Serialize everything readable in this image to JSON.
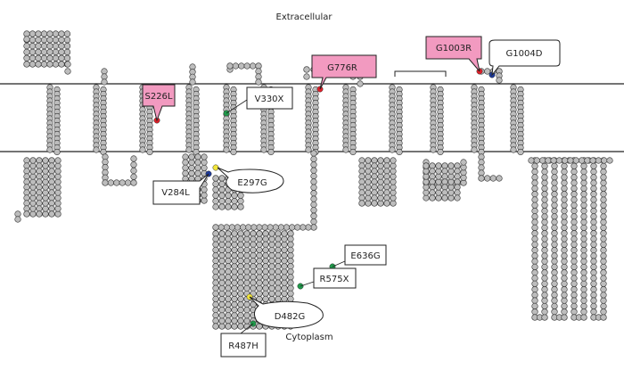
{
  "regions": {
    "extracellular": "Extracellular",
    "cytoplasm": "Cytoplasm"
  },
  "mutations": [
    {
      "id": "s226l",
      "label": "S226L",
      "style": "pink",
      "marker": "red"
    },
    {
      "id": "v330x",
      "label": "V330X",
      "style": "white",
      "marker": "green"
    },
    {
      "id": "g776r",
      "label": "G776R",
      "style": "pink",
      "marker": "red"
    },
    {
      "id": "g1003r",
      "label": "G1003R",
      "style": "pink",
      "marker": "red"
    },
    {
      "id": "g1004d",
      "label": "G1004D",
      "style": "white-callout",
      "marker": "blue"
    },
    {
      "id": "v284l",
      "label": "V284L",
      "style": "white",
      "marker": "blue"
    },
    {
      "id": "e297g",
      "label": "E297G",
      "style": "white-oval",
      "marker": "yellow"
    },
    {
      "id": "e636g",
      "label": "E636G",
      "style": "white",
      "marker": "green"
    },
    {
      "id": "r575x",
      "label": "R575X",
      "style": "white",
      "marker": "green"
    },
    {
      "id": "d482g",
      "label": "D482G",
      "style": "white-oval",
      "marker": "yellow"
    },
    {
      "id": "r487h",
      "label": "R487H",
      "style": "white",
      "marker": "green"
    }
  ],
  "colors": {
    "membrane": "#222222",
    "residue_fill": "#bdbdbd",
    "residue_stroke": "#333333",
    "pink_box": "#f29ac0",
    "marker_red": "#e0202a",
    "marker_green": "#1f9a4a",
    "marker_blue": "#1e3a9a",
    "marker_yellow": "#f2e63a"
  }
}
